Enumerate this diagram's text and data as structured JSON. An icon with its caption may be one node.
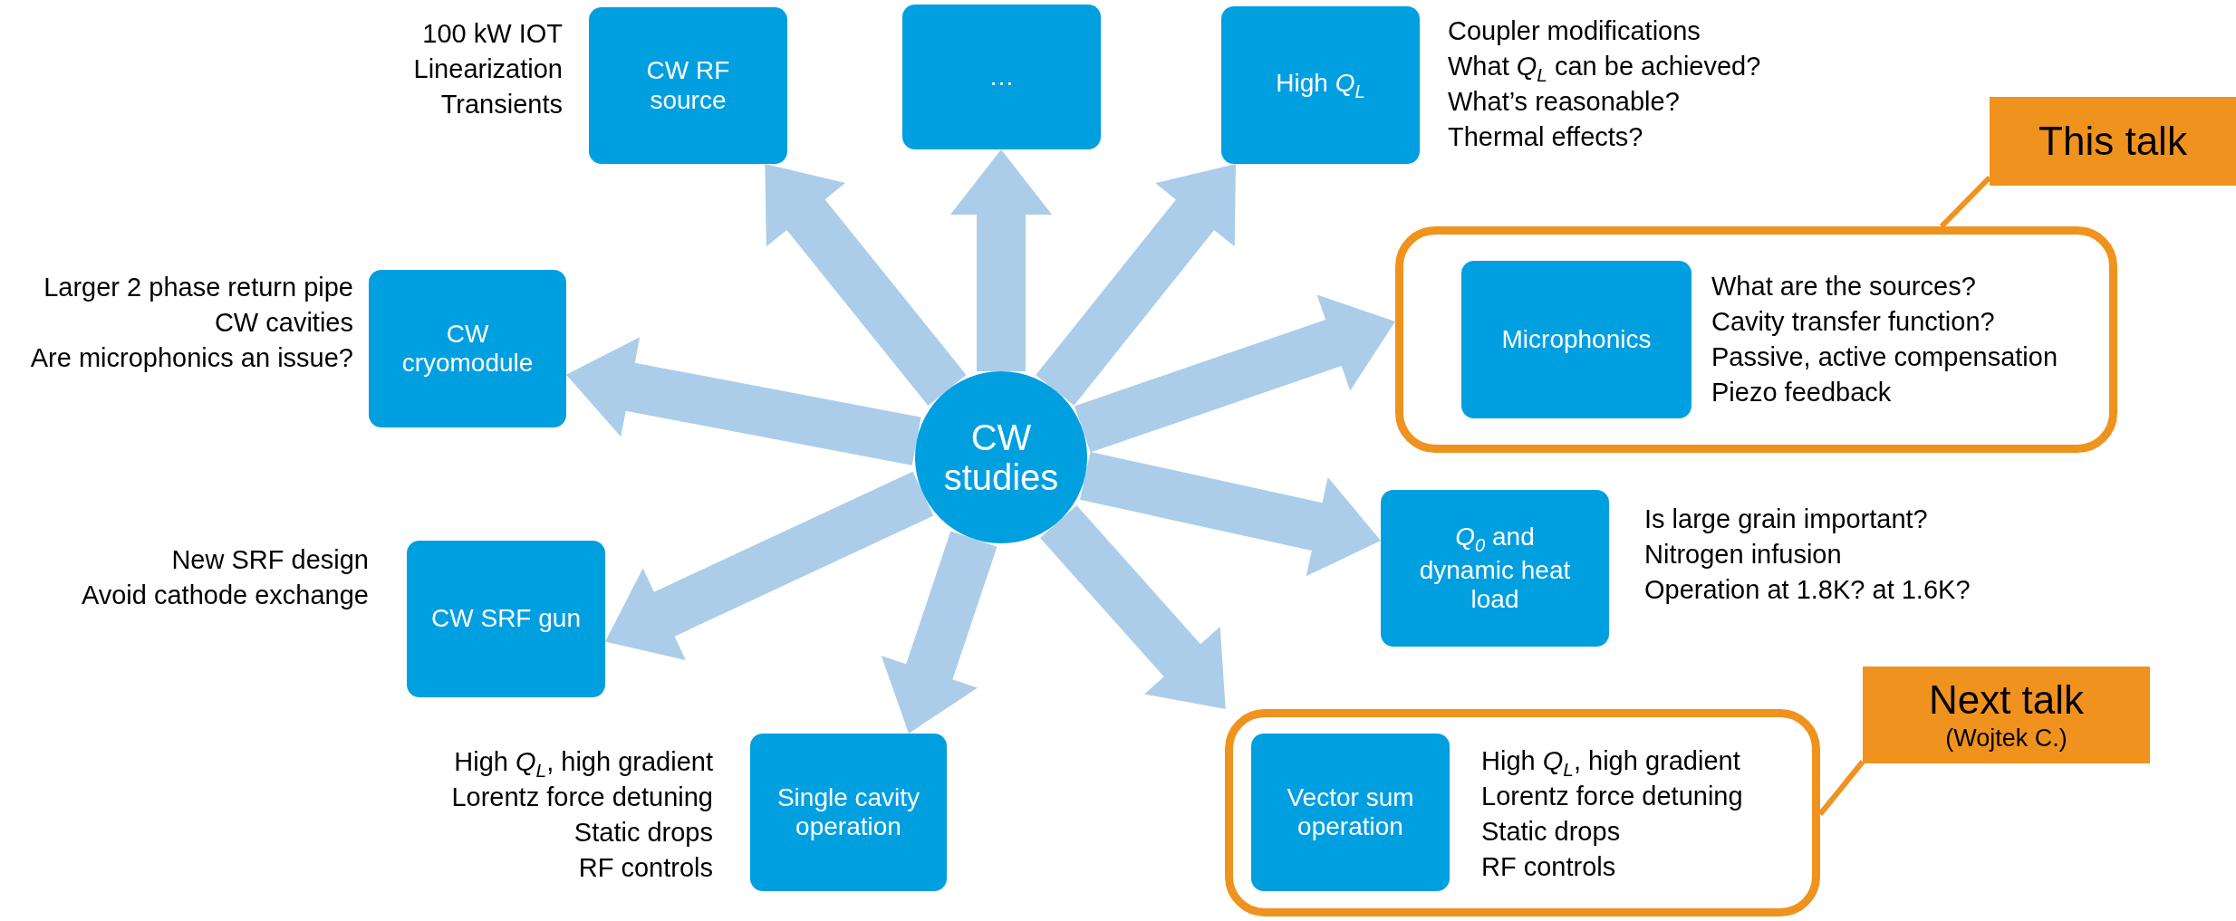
{
  "diagram": {
    "nodes": [
      {
        "text": [
          "CW RF source"
        ],
        "beside": [
          "100 kW IOT",
          "Linearization",
          "Transients"
        ]
      },
      {
        "text": [
          "…"
        ]
      },
      {
        "text": [
          "High *Q*$_{L}$"
        ],
        "beside": [
          "Coupler modifications",
          "What *Q*$_{L}$ can be achieved?",
          "What’s reasonable?",
          "Thermal effects?"
        ]
      },
      {
        "text": [
          "This talk"
        ]
      },
      {
        "text": [],
        "shape": "box"
      },
      {
        "text": [
          "Microphonics"
        ],
        "in": 4,
        "beside": [
          "What are the sources?",
          "Cavity transfer function?",
          "Passive, active compensation",
          "Piezo feedback"
        ]
      },
      {
        "text": [
          "CW cryomodule"
        ],
        "beside": [
          "Larger 2 phase return pipe",
          "CW cavities",
          "Are microphonics an issue?"
        ]
      },
      {
        "text": [
          "CW studies"
        ]
      },
      {
        "text": [
          "*Q*$_{0}$  and dynamic heat load"
        ],
        "beside": [
          "Is large grain important?",
          "Nitrogen infusion",
          "Operation at 1.8K? at 1.6K?"
        ]
      },
      {
        "text": [
          "CW SRF gun"
        ],
        "beside": [
          "New SRF design",
          "Avoid cathode exchange"
        ]
      },
      {
        "text": [
          "Next talk",
          "(Wojtek C.)"
        ]
      },
      {
        "text": [],
        "shape": "box"
      },
      {
        "text": [
          "Vector sum operation"
        ],
        "in": 11,
        "beside": [
          "High *Q*$_{L}$, high gradient",
          "Lorentz force detuning",
          "Static drops",
          "RF controls"
        ]
      },
      {
        "text": [
          "Single cavity operation"
        ],
        "beside": [
          "High *Q*$_{L}$, high gradient",
          "Lorentz force detuning",
          "Static drops",
          "RF controls"
        ]
      }
    ],
    "edges": [
      {
        "from": 7,
        "to": 0,
        "arrow": "to",
        "style": "thick"
      },
      {
        "from": 7,
        "to": 1,
        "arrow": "to",
        "style": "thick"
      },
      {
        "from": 7,
        "to": 2,
        "arrow": "to",
        "style": "thick"
      },
      {
        "from": 7,
        "to": 6,
        "arrow": "to",
        "style": "thick"
      },
      {
        "from": 7,
        "to": 4,
        "arrow": "to",
        "style": "thick"
      },
      {
        "from": 7,
        "to": 8,
        "arrow": "to",
        "style": "thick"
      },
      {
        "from": 7,
        "to": 9,
        "arrow": "to",
        "style": "thick"
      },
      {
        "from": 7,
        "to": 13,
        "arrow": "to",
        "style": "thick"
      },
      {
        "from": 7,
        "to": 11,
        "arrow": "to",
        "style": "thick"
      },
      {
        "from": 3,
        "to": 4,
        "arrow": "none",
        "color": "#f0921e"
      },
      {
        "from": 10,
        "to": 11,
        "arrow": "none",
        "color": "#f0921e"
      }
    ]
  }
}
